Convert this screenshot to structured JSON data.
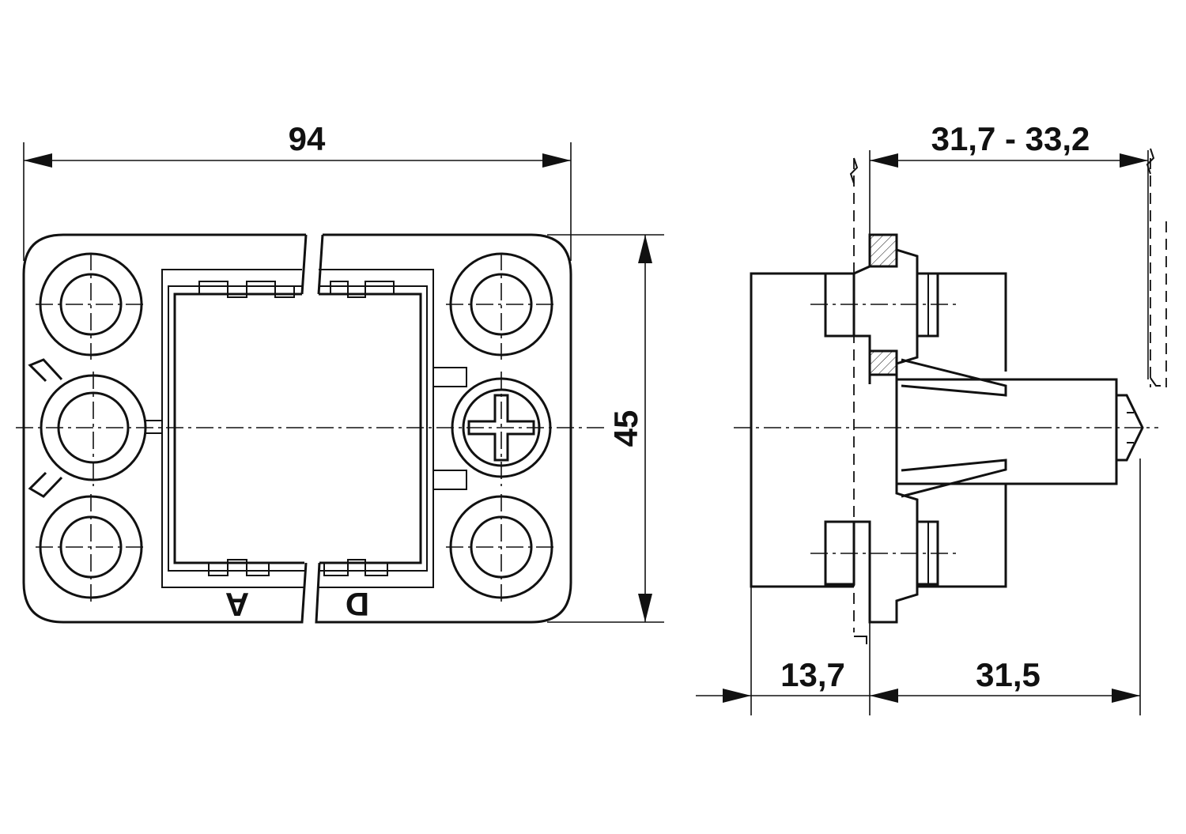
{
  "dimensions": {
    "width": "94",
    "height": "45",
    "panel_thickness": "31,7 - 33,2",
    "front_depth": "13,7",
    "rear_depth": "31,5"
  },
  "labels": {
    "left": "A",
    "right": "D"
  }
}
